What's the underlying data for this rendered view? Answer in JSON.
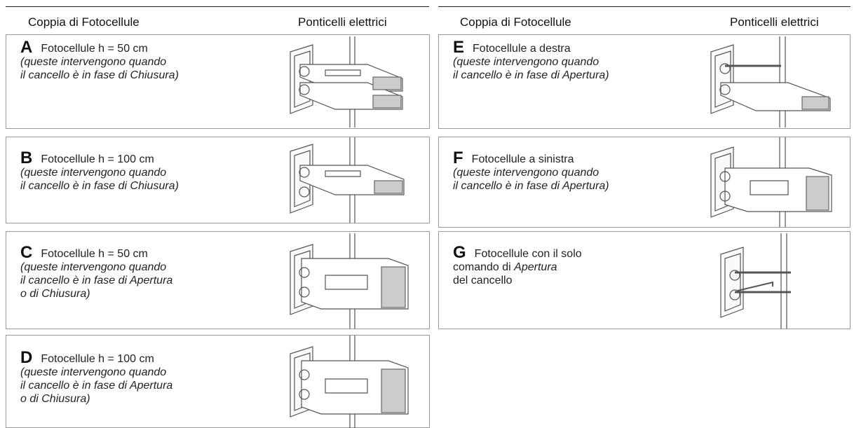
{
  "header": {
    "col1_left": "Coppia di Fotocellule",
    "col1_right": "Ponticelli elettrici",
    "col2_left": "Coppia di Fotocellule",
    "col2_right": "Ponticelli elettrici"
  },
  "entries": {
    "A": {
      "letter": "A",
      "title": "Fotocellule h = 50 cm",
      "line1": "(queste intervengono quando",
      "line2": "il cancello è in fase di Chiusura)"
    },
    "B": {
      "letter": "B",
      "title": "Fotocellule h = 100 cm",
      "line1": "(queste intervengono quando",
      "line2": "il cancello è in fase di Chiusura)"
    },
    "C": {
      "letter": "C",
      "title": "Fotocellule h = 50 cm",
      "line1": "(queste intervengono quando",
      "line2": "il cancello è in fase di Apertura",
      "line3": "o di Chiusura)"
    },
    "D": {
      "letter": "D",
      "title": "Fotocellule h = 100 cm",
      "line1": "(queste intervengono quando",
      "line2": "il cancello è in fase di Apertura",
      "line3": "o di Chiusura)"
    },
    "E": {
      "letter": "E",
      "title": "Fotocellule a destra",
      "line1": "(queste intervengono quando",
      "line2": "il cancello è in fase di Apertura)"
    },
    "F": {
      "letter": "F",
      "title": "Fotocellule a sinistra",
      "line1": "(queste intervengono quando",
      "line2": "il cancello è in fase di Apertura)"
    },
    "G": {
      "letter": "G",
      "title": "Fotocellule con il solo",
      "line1a": "comando di ",
      "line1b": "Apertura",
      "line2": "del cancello"
    }
  }
}
